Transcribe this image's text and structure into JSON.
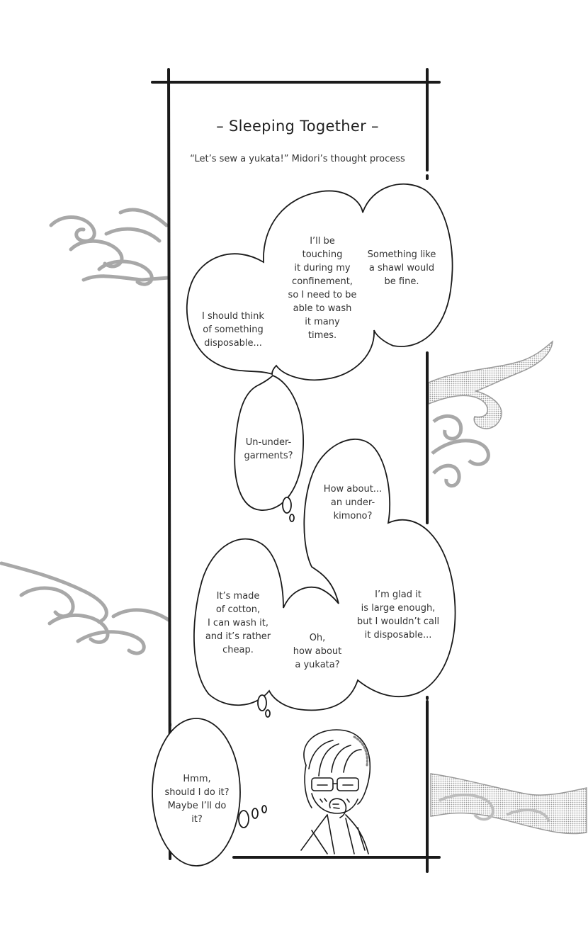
{
  "panel": {
    "title": "– Sleeping Together –",
    "subtitle": "“Let’s sew a yukata!” Midori’s thought process"
  },
  "bubbles": {
    "touching": "I’ll be\ntouching\nit during my\nconfinement,\nso I need to be\nable to wash\nit many\ntimes.",
    "shawl": "Something like\na shawl would\nbe fine.",
    "disposable": "I should think\nof something\ndisposable...",
    "undergarments": "Un-under-\ngarments?",
    "underkimono": "How about...\nan under-\nkimono?",
    "cotton": "It’s made\nof cotton,\nI can wash it,\nand it’s rather\ncheap.",
    "yukata": "Oh,\nhow about\na yukata?",
    "large": "I’m glad it\nis large enough,\nbut I wouldn’t call\nit disposable...",
    "hmm": "Hmm,\nshould I do it?\nMaybe I’ll do\nit?"
  },
  "colors": {
    "ink": "#1a1a1a",
    "screentone": "#b5b5b5",
    "paper": "#ffffff"
  }
}
